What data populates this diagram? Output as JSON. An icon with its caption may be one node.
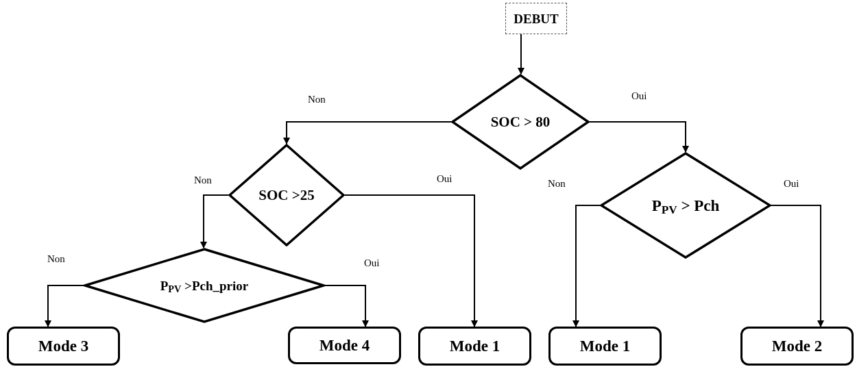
{
  "diagram": {
    "nodes": [
      {
        "text": [
          "DEBUT"
        ]
      },
      {
        "text": [
          "SOC > 80"
        ]
      },
      {
        "text": [
          "SOC >25"
        ]
      },
      {
        "text": [
          "P$_{PV}$ > Pch"
        ]
      },
      {
        "text": [
          "P$_{PV}$ >Pch_prior"
        ]
      },
      {
        "text": [
          "Mode 3"
        ]
      },
      {
        "text": [
          "Mode 4"
        ]
      },
      {
        "text": [
          "Mode 1"
        ]
      },
      {
        "text": [
          "Mode 1"
        ]
      },
      {
        "text": [
          "Mode 2"
        ]
      }
    ],
    "edges": [
      {
        "from": 0,
        "to": 1,
        "arrow": "to"
      },
      {
        "from": 1,
        "to": 2,
        "arrow": "to",
        "label": "Non"
      },
      {
        "from": 1,
        "to": 3,
        "arrow": "to",
        "label": "Oui"
      },
      {
        "from": 2,
        "to": 4,
        "arrow": "to",
        "label": "Non"
      },
      {
        "from": 2,
        "to": 7,
        "arrow": "to",
        "label": "Oui"
      },
      {
        "from": 3,
        "to": 8,
        "arrow": "to",
        "label": "Non"
      },
      {
        "from": 3,
        "to": 9,
        "arrow": "to",
        "label": "Oui"
      },
      {
        "from": 4,
        "to": 5,
        "arrow": "to",
        "label": "Non"
      },
      {
        "from": 4,
        "to": 6,
        "arrow": "to",
        "label": "Oui"
      }
    ]
  }
}
